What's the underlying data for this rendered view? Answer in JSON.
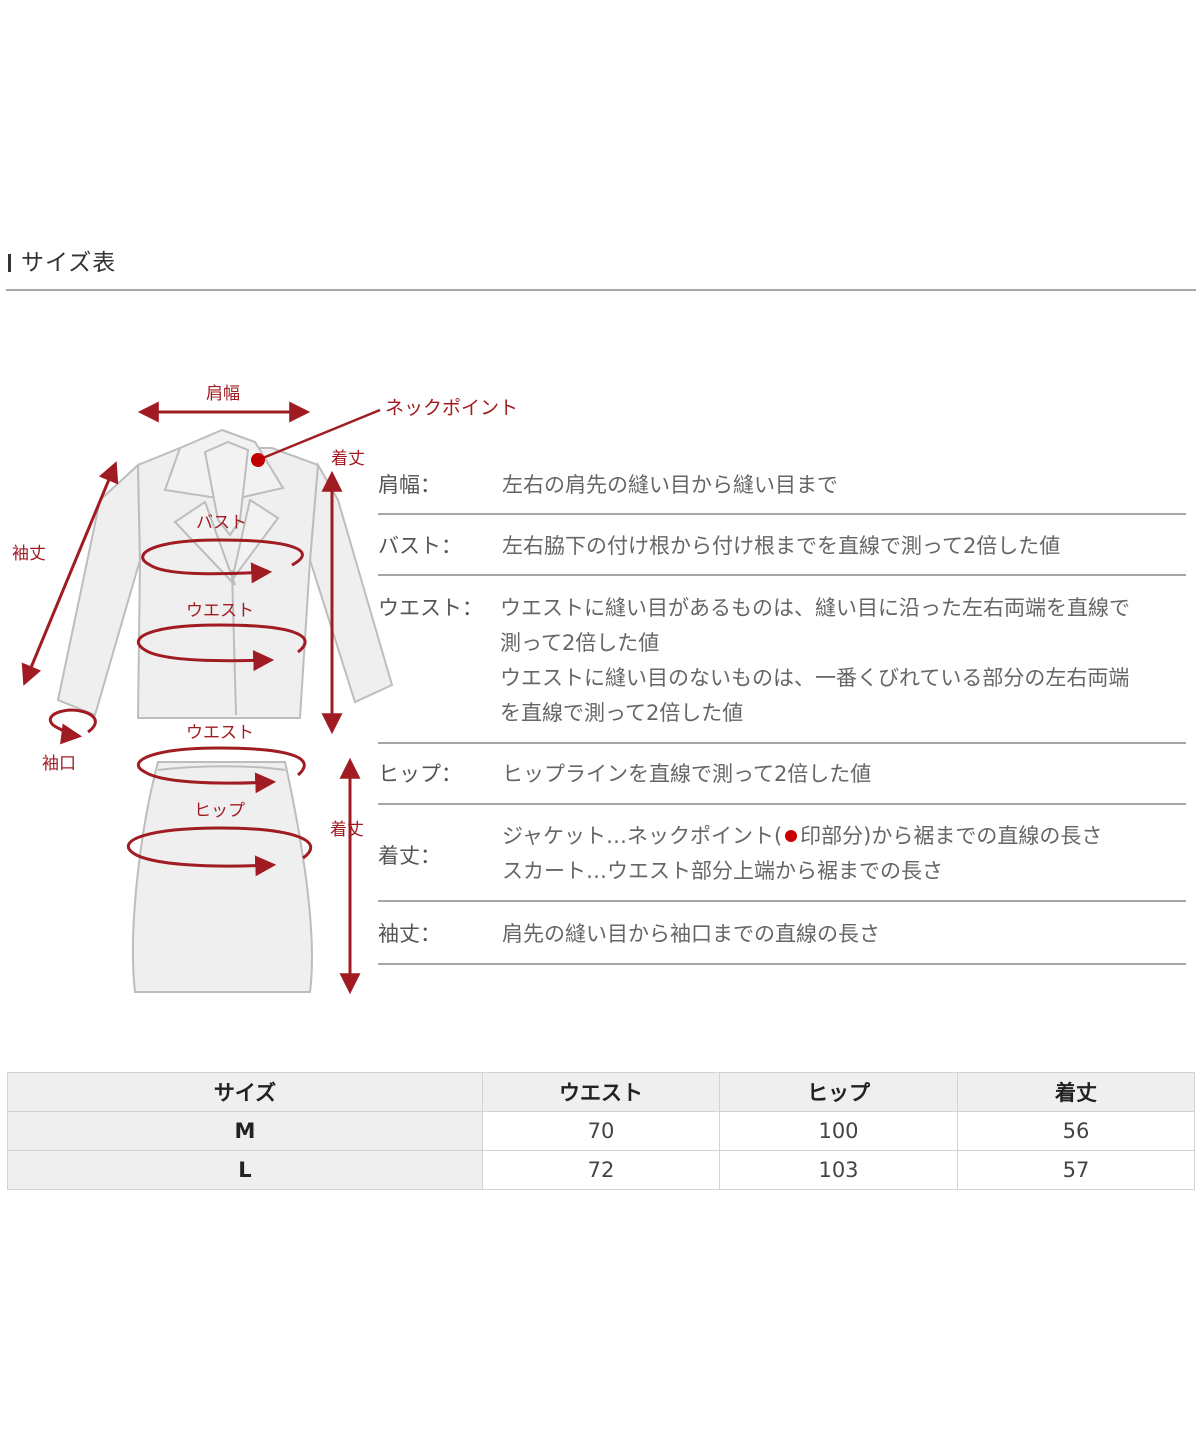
{
  "header": {
    "title": "サイズ表"
  },
  "diagram": {
    "labels": {
      "shoulder_width": "肩幅",
      "neck_point": "ネックポイント",
      "length_jacket": "着丈",
      "sleeve_length": "袖丈",
      "bust": "バスト",
      "waist_jacket": "ウエスト",
      "cuff": "袖口",
      "waist_skirt": "ウエスト",
      "hip": "ヒップ",
      "length_skirt": "着丈"
    },
    "colors": {
      "accent": "#a01c22",
      "garment_fill": "#efefef",
      "garment_stroke": "#bdbdbd"
    }
  },
  "definitions": [
    {
      "term": "肩幅：",
      "lines": [
        "左右の肩先の縫い目から縫い目まで"
      ]
    },
    {
      "term": "バスト：",
      "lines": [
        "左右脇下の付け根から付け根までを直線で測って2倍した値"
      ]
    },
    {
      "term": "ウエスト：",
      "lines": [
        "ウエストに縫い目があるものは、縫い目に沿った左右両端を直線で",
        "測って2倍した値",
        "ウエストに縫い目のないものは、一番くびれている部分の左右両端",
        "を直線で測って2倍した値"
      ]
    },
    {
      "term": "ヒップ：",
      "lines": [
        "ヒップラインを直線で測って2倍した値"
      ]
    },
    {
      "term": "着丈：",
      "lines": [
        "ジャケット…ネックポイント(",
        "印部分)から裾までの直線の長さ",
        "スカート…ウエスト部分上端から裾までの長さ"
      ]
    },
    {
      "term": "袖丈：",
      "lines": [
        "肩先の縫い目から袖口までの直線の長さ"
      ]
    }
  ],
  "size_table": {
    "headers": [
      "サイズ",
      "ウエスト",
      "ヒップ",
      "着丈"
    ],
    "rows": [
      [
        "M",
        "70",
        "100",
        "56"
      ],
      [
        "L",
        "72",
        "103",
        "57"
      ]
    ]
  }
}
